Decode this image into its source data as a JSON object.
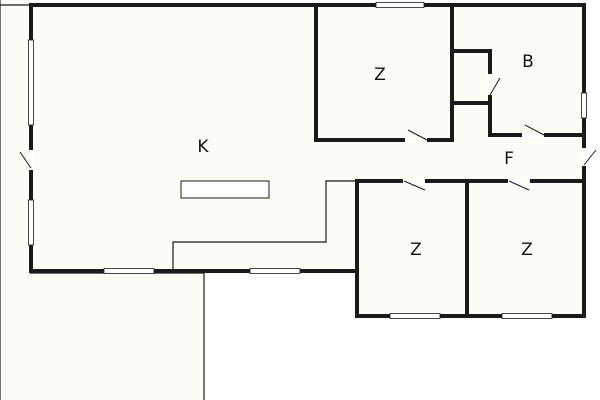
{
  "colors": {
    "background": "#ffffff",
    "floor": "#fdfdf7",
    "wall": "#1a1a1a"
  },
  "rooms": {
    "main_room": "K",
    "bedroom_top": "Z",
    "bathroom": "B",
    "hallway": "F",
    "bedroom_bottom_left": "Z",
    "bedroom_bottom_right": "Z"
  }
}
